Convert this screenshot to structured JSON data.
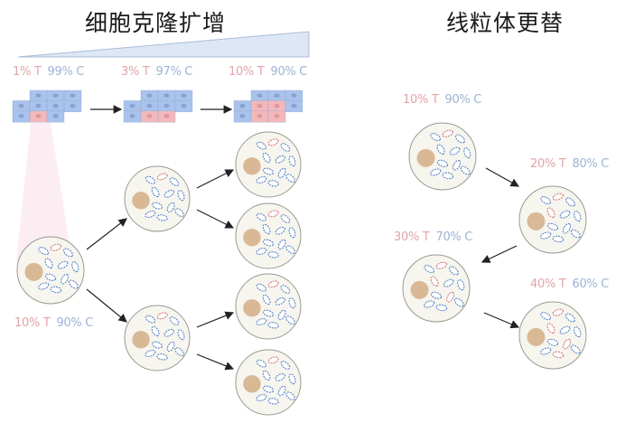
{
  "left_panel": {
    "title": "细胞克隆扩增",
    "stages": [
      {
        "t_label": "1% T",
        "c_label": "99% C"
      },
      {
        "t_label": "3% T",
        "c_label": "97% C"
      },
      {
        "t_label": "10% T",
        "c_label": "90% C"
      }
    ],
    "root_cell": {
      "t_label": "10% T",
      "c_label": "90% C"
    }
  },
  "right_panel": {
    "title": "线粒体更替",
    "stages": [
      {
        "t_label": "10% T",
        "c_label": "90% C",
        "mutant_count": 1
      },
      {
        "t_label": "20% T",
        "c_label": "80% C",
        "mutant_count": 2
      },
      {
        "t_label": "30% T",
        "c_label": "70% C",
        "mutant_count": 3
      },
      {
        "t_label": "40% T",
        "c_label": "60% C",
        "mutant_count": 4
      }
    ]
  },
  "colors": {
    "mutant_T": "#e0a4a8",
    "wildtype_C": "#9db3d6",
    "cell_fill": "#f6f5ee",
    "nucleus": "#d9b895",
    "block_blue": "#a9c3ec",
    "block_pink": "#f2b8bb"
  }
}
